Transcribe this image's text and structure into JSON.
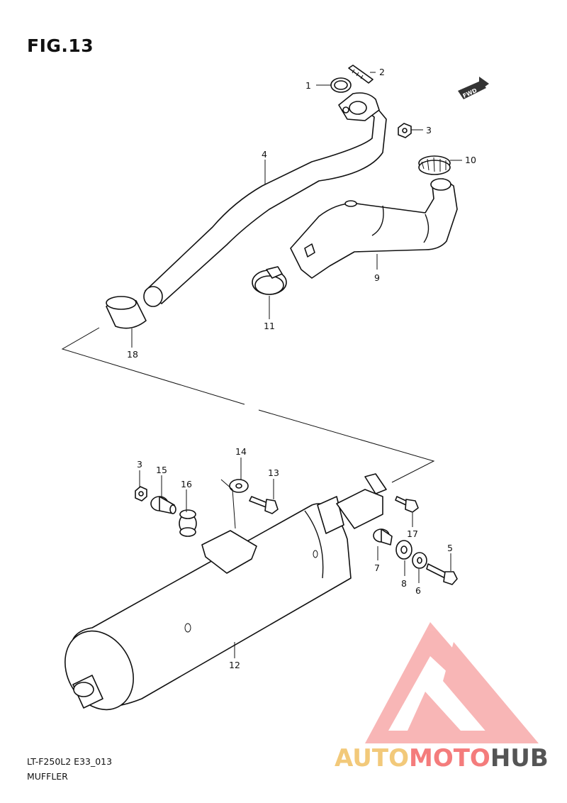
{
  "figure": {
    "title": "FIG.13",
    "code": "LT-F250L2 E33_013",
    "name": "MUFFLER"
  },
  "direction_badge": "FWD",
  "watermark": {
    "segments": [
      {
        "text": "AUTO",
        "color": "#f2c97a"
      },
      {
        "text": "MOTO",
        "color": "#f47c7c"
      },
      {
        "text": "HUB",
        "color": "#555555"
      }
    ],
    "logo_color": "#f47c7c"
  },
  "callouts": [
    "1",
    "2",
    "3",
    "4",
    "10",
    "9",
    "11",
    "18",
    "14",
    "3",
    "15",
    "16",
    "13",
    "17",
    "5",
    "7",
    "8",
    "6",
    "12"
  ]
}
